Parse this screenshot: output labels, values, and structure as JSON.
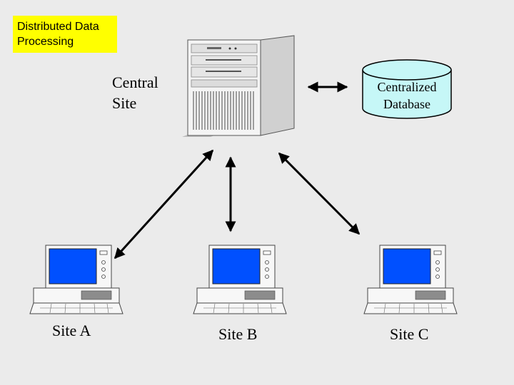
{
  "title": {
    "line1": "Distributed Data",
    "line2": "Processing"
  },
  "central_site": {
    "line1": "Central",
    "line2": "Site"
  },
  "database": {
    "line1": "Centralized",
    "line2": "Database"
  },
  "sites": [
    {
      "label": "Site A"
    },
    {
      "label": "Site B"
    },
    {
      "label": "Site C"
    }
  ],
  "colors": {
    "background": "#ebebeb",
    "title_fill": "#ffff00",
    "database_fill": "#c6f7f7",
    "screen_blue": "#0050ff",
    "hardware": "#f2f2f2",
    "outline": "#000000"
  }
}
